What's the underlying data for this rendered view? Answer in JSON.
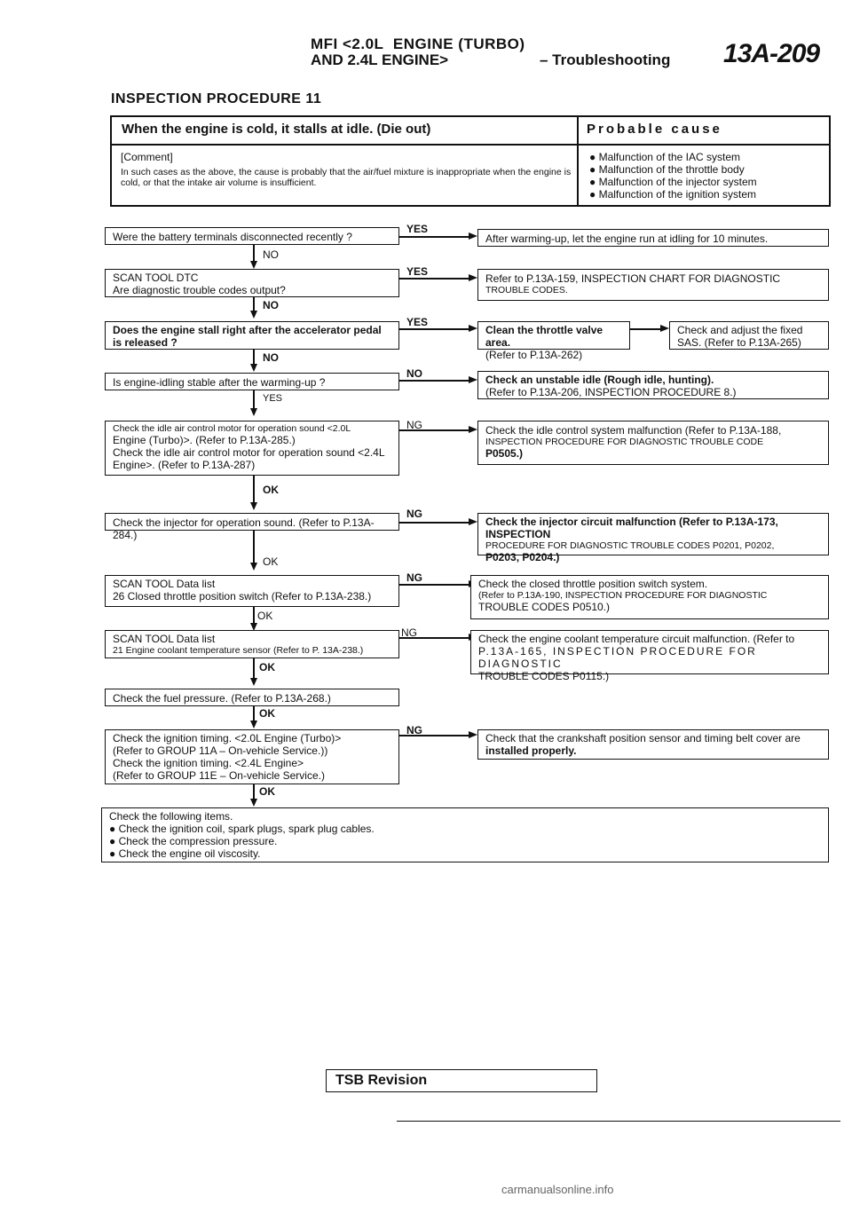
{
  "header": {
    "title": "ENGINE (TURBO)",
    "title_prefix": "MFI <2.0L",
    "subtitle_prefix": "AND 2.4L ENGINE>",
    "section": "– Troubleshooting",
    "page_number": "13A-209"
  },
  "procedure_title": "INSPECTION PROCEDURE 11",
  "summary": {
    "title": "When the engine is cold, it stalls at idle. (Die out)",
    "probable_cause_label": "Probable cause",
    "comment_label": "[Comment]",
    "comment_text": "In such cases as the above, the cause is probably that the air/fuel mixture is inappropriate when the engine is cold, or that the intake air volume is insufficient.",
    "causes": [
      "Malfunction of the IAC system",
      "Malfunction of the throttle body",
      "Malfunction of the injector system",
      "Malfunction of the ignition system"
    ]
  },
  "flow": {
    "q1": "Were the battery terminals disconnected recently ?",
    "q1_yes": "After warming-up, let the engine run at idling for 10 minutes.",
    "q2_label": "SCAN TOOL DTC",
    "q2": "Are diagnostic trouble codes output?",
    "q2_yes_a": "Refer to P.13A-159, INSPECTION CHART FOR DIAGNOSTIC",
    "q2_yes_b": "TROUBLE CODES.",
    "q3": "Does the engine stall right after the accelerator pedal is released ?",
    "q3_yes_a1": "Clean the throttle valve area.",
    "q3_yes_a2": "(Refer to P.13A-262)",
    "q3_yes_b1": "Check and adjust the fixed",
    "q3_yes_b2": "SAS. (Refer to P.13A-265)",
    "q4": "Is engine-idling stable after the warming-up ?",
    "q4_no_1": "Check an unstable idle (Rough idle, hunting).",
    "q4_no_2": "(Refer to P.13A-206, INSPECTION PROCEDURE 8.)",
    "c1_1": "Check the idle air control motor for operation sound <2.0L",
    "c1_2": "Engine (Turbo)>. (Refer to P.13A-285.)",
    "c1_3": "Check the idle air control motor for operation sound <2.4L",
    "c1_4": "Engine>. (Refer to P.13A-287)",
    "c1_ng_1": "Check the idle control system malfunction (Refer to P.13A-188,",
    "c1_ng_2": "INSPECTION PROCEDURE FOR DIAGNOSTIC TROUBLE CODE",
    "c1_ng_3": "P0505.)",
    "c2": "Check the injector for operation sound. (Refer to P.13A-284.)",
    "c2_ng_1": "Check the injector circuit malfunction (Refer to P.13A-173, INSPECTION",
    "c2_ng_2": "PROCEDURE FOR DIAGNOSTIC TROUBLE CODES P0201, P0202,",
    "c2_ng_3": "P0203, P0204.)",
    "c3_1": "SCAN TOOL Data list",
    "c3_2": "26 Closed throttle position switch (Refer to P.13A-238.)",
    "c3_ng_1": "Check the closed throttle position switch system.",
    "c3_ng_2": "(Refer to P.13A-190, INSPECTION PROCEDURE FOR DIAGNOSTIC",
    "c3_ng_3": "TROUBLE CODES P0510.)",
    "c4_1": "SCAN TOOL Data list",
    "c4_2": "21 Engine coolant temperature sensor (Refer to P. 13A-238.)",
    "c4_ng_1": "Check the engine coolant temperature circuit malfunction. (Refer to",
    "c4_ng_2": "P.13A-165, INSPECTION PROCEDURE FOR DIAGNOSTIC",
    "c4_ng_3": "TROUBLE CODES P0115.)",
    "c5": "Check the fuel pressure. (Refer to P.13A-268.)",
    "c6_1": "Check the ignition timing. <2.0L Engine (Turbo)>",
    "c6_2": "(Refer to GROUP 11A – On-vehicle Service.))",
    "c6_3": "Check the ignition timing. <2.4L Engine>",
    "c6_4": "(Refer to GROUP 11E – On-vehicle Service.)",
    "c6_ng_1": "Check that the crankshaft position sensor and timing belt cover are",
    "c6_ng_2": "installed properly.",
    "final_1": "Check the following items.",
    "final_2": "Check the ignition coil, spark plugs, spark plug cables.",
    "final_3": "Check the compression pressure.",
    "final_4": "Check the engine oil viscosity.",
    "yes": "YES",
    "no": "NO",
    "ok": "OK",
    "ng": "NG"
  },
  "footer": {
    "tsb": "TSB Revision",
    "watermark": "carmanualsonline.info"
  }
}
